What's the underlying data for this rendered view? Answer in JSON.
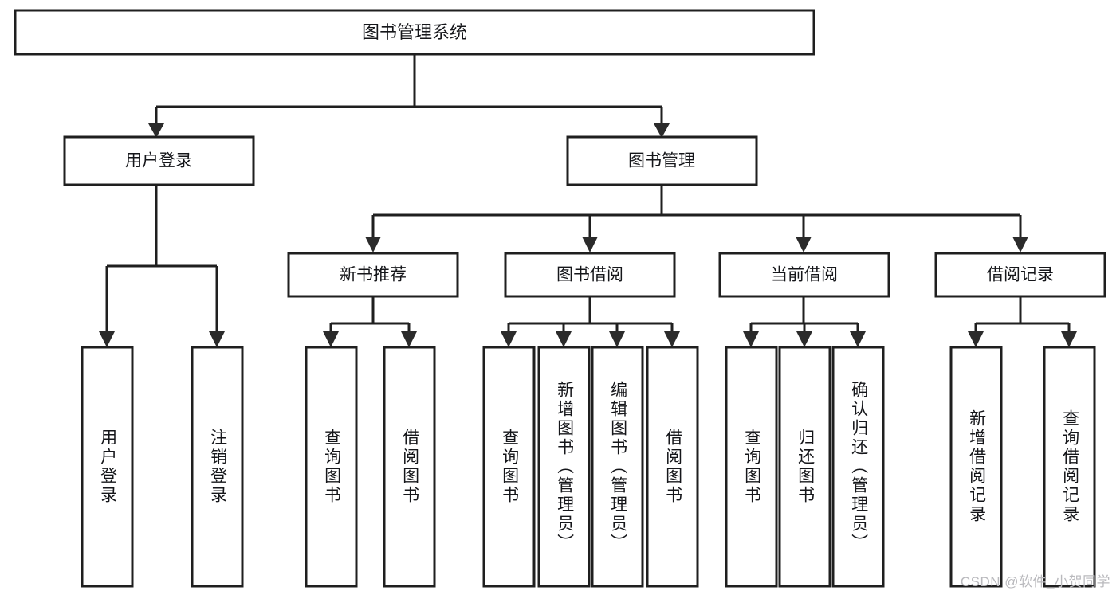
{
  "diagram": {
    "type": "tree",
    "title": "图书管理系统",
    "orientation": "top-down",
    "colors": {
      "box_stroke": "#1f1f1f",
      "box_fill": "#ffffff",
      "connector": "#1f1f1f",
      "text": "#15161a",
      "watermark": "#b9b9bd"
    },
    "root": {
      "id": "root",
      "label": "图书管理系统"
    },
    "level1": [
      {
        "id": "user-login",
        "label": "用户登录"
      },
      {
        "id": "book-manage",
        "label": "图书管理"
      }
    ],
    "level2": [
      {
        "id": "new-book-recommend",
        "label": "新书推荐",
        "parent": "book-manage"
      },
      {
        "id": "book-borrow",
        "label": "图书借阅",
        "parent": "book-manage"
      },
      {
        "id": "current-borrow",
        "label": "当前借阅",
        "parent": "book-manage"
      },
      {
        "id": "borrow-record",
        "label": "借阅记录",
        "parent": "book-manage"
      }
    ],
    "leaves": {
      "user-login": [
        {
          "id": "leaf-user-login",
          "label": "用户登录"
        },
        {
          "id": "leaf-logout-login",
          "label": "注销登录"
        }
      ],
      "new-book-recommend": [
        {
          "id": "leaf-query-book-1",
          "label": "查询图书"
        },
        {
          "id": "leaf-borrow-book-1",
          "label": "借阅图书"
        }
      ],
      "book-borrow": [
        {
          "id": "leaf-query-book-2",
          "label": "查询图书"
        },
        {
          "id": "leaf-add-book",
          "label": "新增图书（管理员）"
        },
        {
          "id": "leaf-edit-book",
          "label": "编辑图书（管理员）"
        },
        {
          "id": "leaf-borrow-book-2",
          "label": "借阅图书"
        }
      ],
      "current-borrow": [
        {
          "id": "leaf-query-book-3",
          "label": "查询图书"
        },
        {
          "id": "leaf-return-book",
          "label": "归还图书"
        },
        {
          "id": "leaf-confirm-return",
          "label": "确认归还（管理员）"
        }
      ],
      "borrow-record": [
        {
          "id": "leaf-add-record",
          "label": "新增借阅记录"
        },
        {
          "id": "leaf-query-record",
          "label": "查询借阅记录"
        }
      ]
    }
  },
  "watermark": {
    "text": "CSDN @软件_小贺同学"
  }
}
